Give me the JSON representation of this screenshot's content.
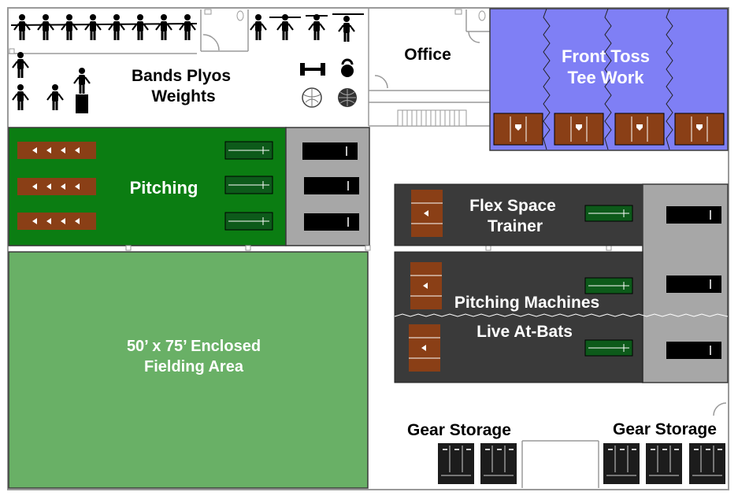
{
  "rooms": {
    "bands": {
      "line1": "Bands  Plyos",
      "line2": "Weights"
    },
    "office": {
      "label": "Office"
    },
    "front_toss": {
      "line1": "Front Toss",
      "line2": "Tee Work"
    },
    "pitching": {
      "label": "Pitching"
    },
    "fielding": {
      "line1": "50’ x 75’ Enclosed",
      "line2": "Fielding Area"
    },
    "flex": {
      "line1": "Flex Space",
      "line2": "Trainer"
    },
    "machines": {
      "label": "Pitching Machines"
    },
    "live": {
      "label": "Live At-Bats"
    },
    "gear_left": {
      "label": "Gear Storage"
    },
    "gear_right": {
      "label": "Gear Storage"
    }
  },
  "colors": {
    "wall": "#9a9a9a",
    "turf_dark": "#0b7d12",
    "turf_light": "#69b066",
    "cage": "#3a3a3a",
    "gray_zone": "#a7a7a7",
    "blue_zone": "#7f7ff5",
    "plate_brown": "#8a3f16",
    "mound_green": "#0d5a1a",
    "black": "#000000",
    "white": "#ffffff"
  },
  "icons": {
    "figures": "person-exercise-icon",
    "equipment": [
      "dumbbell-icon",
      "kettlebell-icon",
      "volleyball-icon",
      "medicine-ball-icon"
    ]
  }
}
